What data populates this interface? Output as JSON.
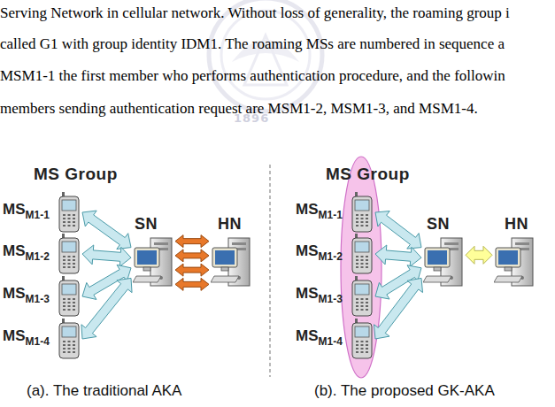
{
  "diagram": {
    "nodes": [
      {
        "text": [
          "MS",
          "M1-1"
        ]
      },
      {
        "text": [
          "MS",
          "M1-2"
        ]
      },
      {
        "text": [
          "MS",
          "M1-3"
        ]
      },
      {
        "text": [
          "MS",
          "M1-4"
        ]
      },
      {
        "text": [
          "SN"
        ]
      },
      {
        "text": [
          "HN"
        ]
      },
      {
        "text": [
          "MS Group"
        ]
      },
      {
        "text": [
          "MS",
          "M1-1"
        ],
        "in": 6
      },
      {
        "text": [
          "MS",
          "M1-2"
        ],
        "in": 6
      },
      {
        "text": [
          "MS",
          "M1-3"
        ],
        "in": 6
      },
      {
        "text": [
          "MS",
          "M1-4"
        ],
        "in": 6
      },
      {
        "text": [
          "SN"
        ]
      },
      {
        "text": [
          "HN"
        ]
      }
    ],
    "edges": [
      {
        "from": 0,
        "to": 4,
        "arrow": "both"
      },
      {
        "from": 1,
        "to": 4,
        "arrow": "both"
      },
      {
        "from": 2,
        "to": 4,
        "arrow": "both"
      },
      {
        "from": 3,
        "to": 4,
        "arrow": "both"
      },
      {
        "from": 4,
        "to": 5,
        "arrow": "both"
      },
      {
        "from": 4,
        "to": 5,
        "arrow": "both"
      },
      {
        "from": 4,
        "to": 5,
        "arrow": "both"
      },
      {
        "from": 4,
        "to": 5,
        "arrow": "both"
      },
      {
        "from": 7,
        "to": 11,
        "arrow": "both"
      },
      {
        "from": 8,
        "to": 11,
        "arrow": "both"
      },
      {
        "from": 9,
        "to": 11,
        "arrow": "both"
      },
      {
        "from": 10,
        "to": 11,
        "arrow": "both"
      },
      {
        "from": 11,
        "to": 12,
        "arrow": "both"
      }
    ],
    "labels": [
      "Serving Network in cellular network. Without loss of generality, the roaming group i",
      "called G1 with group identity IDM1. The roaming MSs are numbered in sequence a",
      "MSM1-1 the first member who performs authentication procedure, and the followin",
      "members sending authentication request are MSM1-2, MSM1-3, and MSM1-4.",
      "1896",
      "MS Group",
      "(a). The traditional AKA",
      "(b). The proposed GK-AKA"
    ]
  }
}
